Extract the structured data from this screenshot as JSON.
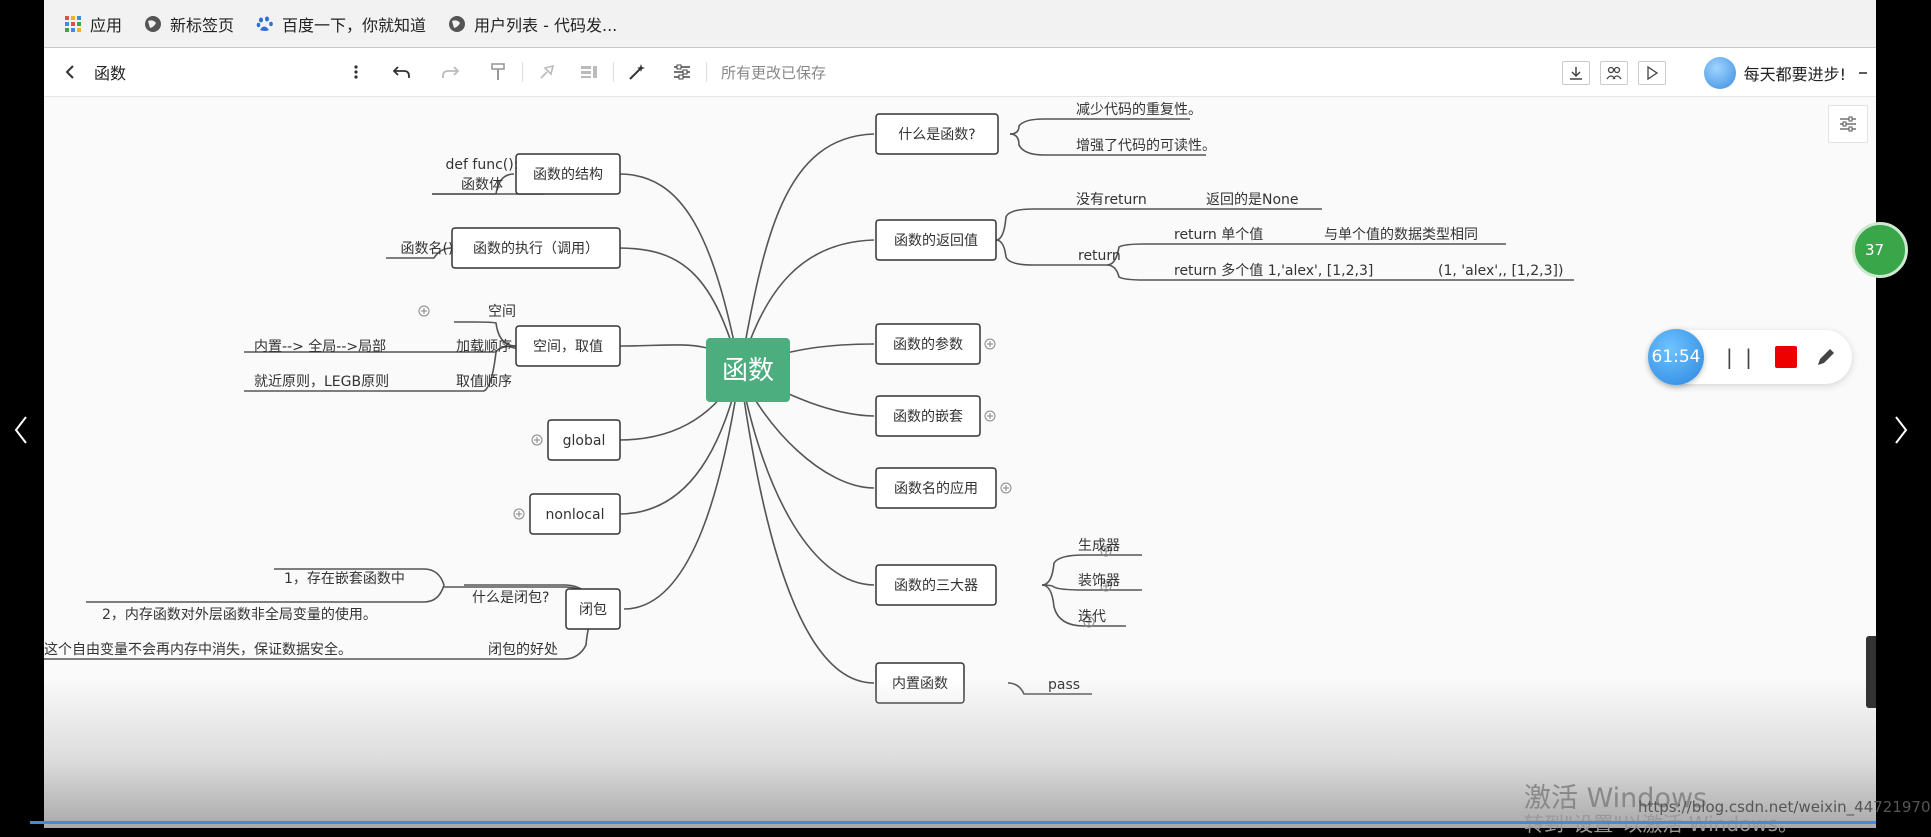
{
  "bookmarks": [
    {
      "label": "应用",
      "icon": "apps-grid-icon"
    },
    {
      "label": "新标签页",
      "icon": "globe-icon"
    },
    {
      "label": "百度一下，你就知道",
      "icon": "baidu-paw-icon"
    },
    {
      "label": "用户列表 - 代码发...",
      "icon": "globe-icon"
    }
  ],
  "toolbar": {
    "title": "函数",
    "save_status": "所有更改已保存",
    "user_name": "每天都要进步!"
  },
  "mindmap": {
    "root": "函数",
    "left": {
      "structure": {
        "label": "函数的结构",
        "child_line1": "def func():",
        "child_line2": "函数体"
      },
      "call": {
        "label": "函数的执行（调用）",
        "child": "函数名()"
      },
      "space": {
        "label": "空间，取值",
        "c1": "空间",
        "c2": "加载顺序",
        "c2_leaf": "内置--> 全局-->局部",
        "c3": "取值顺序",
        "c3_leaf": "就近原则，LEGB原则"
      },
      "global": {
        "label": "global"
      },
      "nonlocal": {
        "label": "nonlocal"
      },
      "closure": {
        "label": "闭包",
        "c1": "什么是闭包?",
        "c1_leaf1": "1，存在嵌套函数中",
        "c1_leaf2": "2，内存函数对外层函数非全局变量的使用。",
        "c2": "闭包的好处",
        "c2_leaf": "这个自由变量不会再内存中消失，保证数据安全。"
      }
    },
    "right": {
      "what": {
        "label": "什么是函数?",
        "c1": "减少代码的重复性。",
        "c2": "增强了代码的可读性。"
      },
      "ret": {
        "label": "函数的返回值",
        "c1": "没有return",
        "c1_leaf": "返回的是None",
        "c2": "return",
        "c2_a": "return 单个值",
        "c2_a_leaf": "与单个值的数据类型相同",
        "c2_b": "return 多个值 1,'alex', [1,2,3]",
        "c2_b_leaf": "(1, 'alex',, [1,2,3])"
      },
      "params": {
        "label": "函数的参数"
      },
      "nest": {
        "label": "函数的嵌套"
      },
      "name_use": {
        "label": "函数名的应用"
      },
      "three": {
        "label": "函数的三大器",
        "c1": "生成器",
        "c2": "装饰器",
        "c3": "迭代"
      },
      "builtin": {
        "label": "内置函数",
        "c1": "pass"
      }
    }
  },
  "recorder": {
    "time": "61:54"
  },
  "badge": {
    "text": "37"
  },
  "overlay": {
    "activate": "激活 Windows",
    "activate_sub": "转到\"设置\"以激活 Windows。",
    "watermark": "https://blog.csdn.net/weixin_44721970"
  },
  "colors": {
    "root": "#4cae7f",
    "line": "#555555",
    "node_border": "#333333"
  }
}
